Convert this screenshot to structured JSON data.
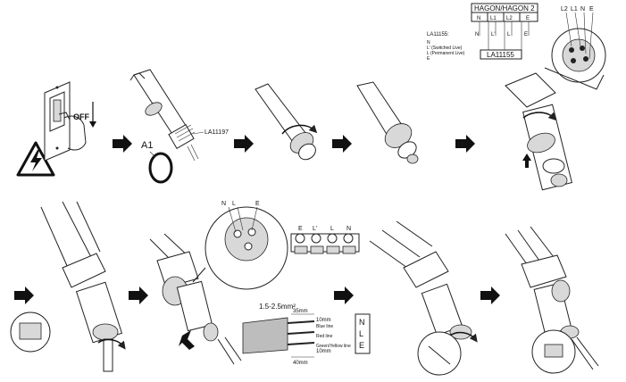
{
  "switch_panel": {
    "off_label": "OFF"
  },
  "step2": {
    "part_a1": "A1",
    "part_code": "LA11197"
  },
  "step6": {
    "table_title": "HAGON/HAGON 2",
    "table_headers": [
      "N",
      "L1",
      "L2",
      "E"
    ],
    "pin_labels": [
      "N",
      "L'",
      "L",
      "E"
    ],
    "code": "LA11155",
    "legend_title": "LA11155:",
    "legend_items": [
      "N",
      "L' (Switched Live)",
      "L (Permanent Live)",
      "E"
    ],
    "right_pins": [
      "L2",
      "L1",
      "N",
      "E"
    ]
  },
  "step8": {
    "connector_labels": [
      "N",
      "L",
      "E"
    ],
    "terminal_labels": [
      "E",
      "L'",
      "L",
      "N"
    ],
    "wire_size": "1.5-2.5mm²",
    "dims": [
      "35mm",
      "10mm",
      "10mm",
      "40mm"
    ],
    "wire_colors": [
      "Blue line",
      "Red line",
      "Green/Yellow line"
    ],
    "box_letters": [
      "N",
      "L",
      "E"
    ]
  }
}
